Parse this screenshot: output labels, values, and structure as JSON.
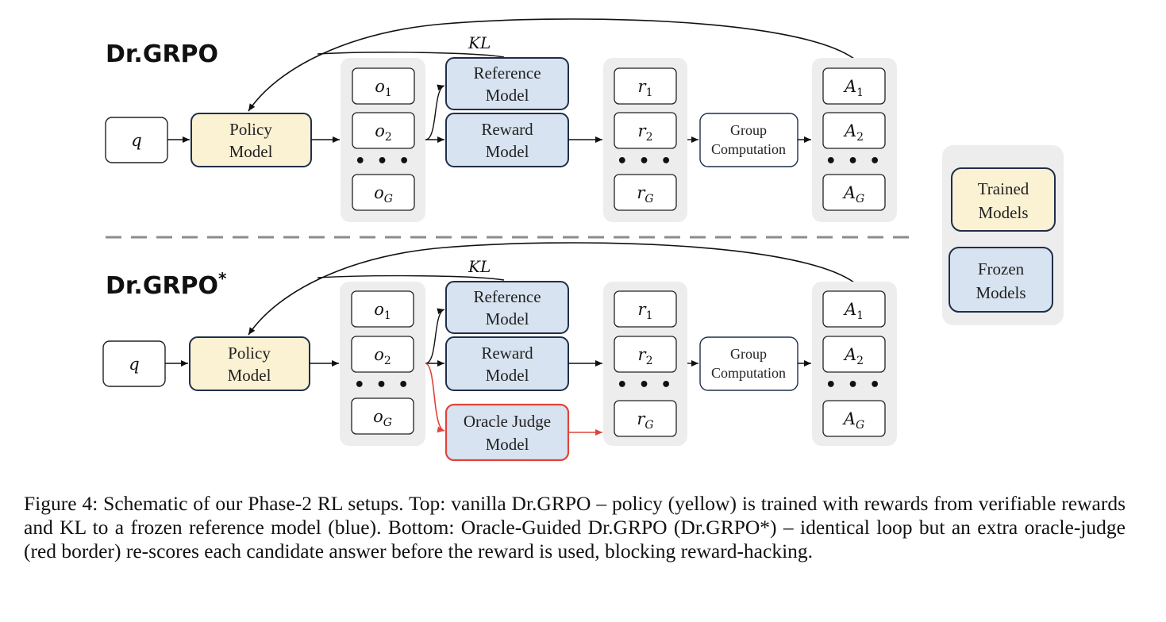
{
  "sections": [
    {
      "title_base": "Dr.GRPO",
      "title_sup": "",
      "kl": "KL",
      "q": "q",
      "policy": [
        "Policy",
        "Model"
      ],
      "outputs": [
        {
          "sym": "o",
          "sub": "1"
        },
        {
          "sym": "o",
          "sub": "2"
        },
        {
          "sym": "o",
          "sub": "G"
        }
      ],
      "reference": [
        "Reference",
        "Model"
      ],
      "reward": [
        "Reward",
        "Model"
      ],
      "rewards": [
        {
          "sym": "r",
          "sub": "1"
        },
        {
          "sym": "r",
          "sub": "2"
        },
        {
          "sym": "r",
          "sub": "G"
        }
      ],
      "group": [
        "Group",
        "Computation"
      ],
      "advantages": [
        {
          "sym": "A",
          "sub": "1"
        },
        {
          "sym": "A",
          "sub": "2"
        },
        {
          "sym": "A",
          "sub": "G"
        }
      ],
      "dots": "• • •"
    },
    {
      "title_base": "Dr.GRPO",
      "title_sup": "*",
      "kl": "KL",
      "q": "q",
      "policy": [
        "Policy",
        "Model"
      ],
      "outputs": [
        {
          "sym": "o",
          "sub": "1"
        },
        {
          "sym": "o",
          "sub": "2"
        },
        {
          "sym": "o",
          "sub": "G"
        }
      ],
      "reference": [
        "Reference",
        "Model"
      ],
      "reward": [
        "Reward",
        "Model"
      ],
      "oracle": [
        "Oracle Judge",
        "Model"
      ],
      "rewards": [
        {
          "sym": "r",
          "sub": "1"
        },
        {
          "sym": "r",
          "sub": "2"
        },
        {
          "sym": "r",
          "sub": "G"
        }
      ],
      "group": [
        "Group",
        "Computation"
      ],
      "advantages": [
        {
          "sym": "A",
          "sub": "1"
        },
        {
          "sym": "A",
          "sub": "2"
        },
        {
          "sym": "A",
          "sub": "G"
        }
      ],
      "dots": "• • •"
    }
  ],
  "legend": {
    "trained": [
      "Trained",
      "Models"
    ],
    "frozen": [
      "Frozen",
      "Models"
    ]
  },
  "colors": {
    "trained_fill": "#fbf1d3",
    "frozen_fill": "#d7e3f0",
    "box_border": "#1f2f4a",
    "panel": "#ededed",
    "oracle_border": "#e0443a",
    "divider": "#8c8c8c"
  },
  "caption": "Figure 4: Schematic of our Phase-2 RL setups. Top: vanilla Dr.GRPO – policy (yellow) is trained with rewards from verifiable rewards and KL to a frozen reference model (blue). Bottom: Oracle-Guided Dr.GRPO (Dr.GRPO*) – identical loop but an extra oracle-judge (red border) re-scores each candidate answer before the reward is used, blocking reward-hacking."
}
